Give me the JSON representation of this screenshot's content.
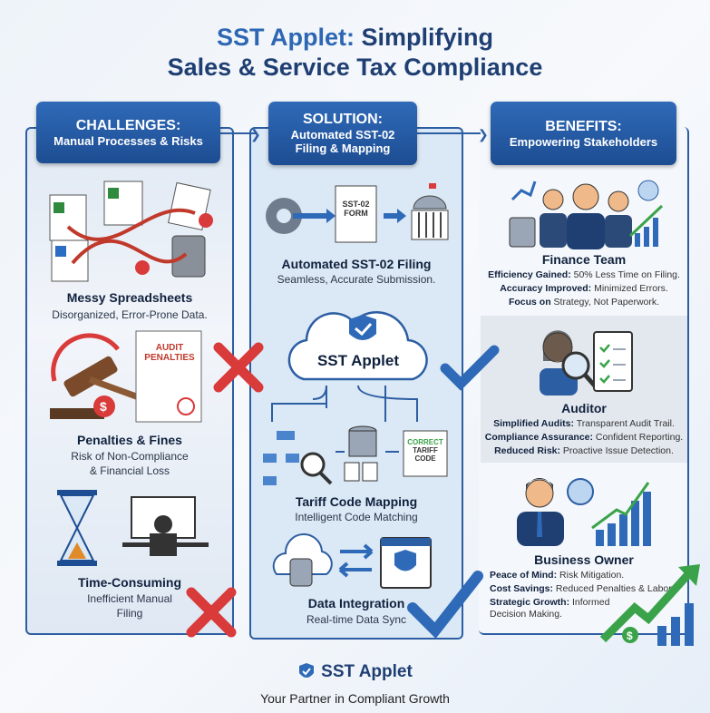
{
  "title": {
    "line1_a": "SST Applet:",
    "line1_b": " Simplifying",
    "line2": "Sales & Service Tax Compliance"
  },
  "challenges": {
    "heading": "CHALLENGES:",
    "subheading": "Manual Processes & Risks",
    "items": [
      {
        "label": "Messy Spreadsheets",
        "desc": [
          "Disorganized, Error-Prone Data."
        ]
      },
      {
        "label": "Penalties & Fines",
        "desc": [
          "Risk of Non-Compliance",
          "& Financial Loss"
        ],
        "badge": "AUDIT PENALTIES"
      },
      {
        "label": "Time-Consuming",
        "desc": [
          "Inefficient Manual",
          "Filing"
        ]
      }
    ]
  },
  "solution": {
    "heading": "SOLUTION:",
    "subheading": [
      "Automated SST-02",
      "Filing & Mapping"
    ],
    "form_label": [
      "SST-02",
      "FORM"
    ],
    "cloud_label": "SST Applet",
    "tariff_doc": [
      "CORRECT",
      "TARIFF",
      "CODE"
    ],
    "items": [
      {
        "label": "Automated SST-02 Filing",
        "desc": "Seamless, Accurate Submission."
      },
      {
        "label": "Tariff Code Mapping",
        "desc": "Intelligent Code Matching"
      },
      {
        "label": "Data Integration",
        "desc": "Real-time Data Sync"
      }
    ]
  },
  "benefits": {
    "heading": "BENEFITS:",
    "subheading": "Empowering Stakeholders",
    "items": [
      {
        "label": "Finance Team",
        "lines": [
          {
            "b": "Efficiency Gained:",
            "t": " 50% Less Time on Filing."
          },
          {
            "b": "Accuracy Improved:",
            "t": " Minimized Errors."
          },
          {
            "b": "Focus on",
            "t": " Strategy, Not Paperwork."
          }
        ]
      },
      {
        "label": "Auditor",
        "lines": [
          {
            "b": "Simplified Audits:",
            "t": " Transparent Audit Trail."
          },
          {
            "b": "Compliance Assurance:",
            "t": " Confident Reporting."
          },
          {
            "b": "Reduced Risk:",
            "t": " Proactive Issue Detection."
          }
        ]
      },
      {
        "label": "Business Owner",
        "lines": [
          {
            "b": "Peace of Mind:",
            "t": " Risk Mitigation."
          },
          {
            "b": "Cost Savings:",
            "t": " Reduced Penalties & Labor"
          },
          {
            "b": "Strategic Growth:",
            "t": " Informed"
          },
          {
            "b": "",
            "t": "Decision Making."
          }
        ]
      }
    ]
  },
  "footer": {
    "brand": "SST Applet",
    "tagline": "Your Partner in Compliant Growth"
  },
  "colors": {
    "primary": "#2c5ea3",
    "header": "#1d4d92",
    "cross": "#d93a3a",
    "check": "#2f6ab8",
    "growth": "#3aa34a"
  }
}
